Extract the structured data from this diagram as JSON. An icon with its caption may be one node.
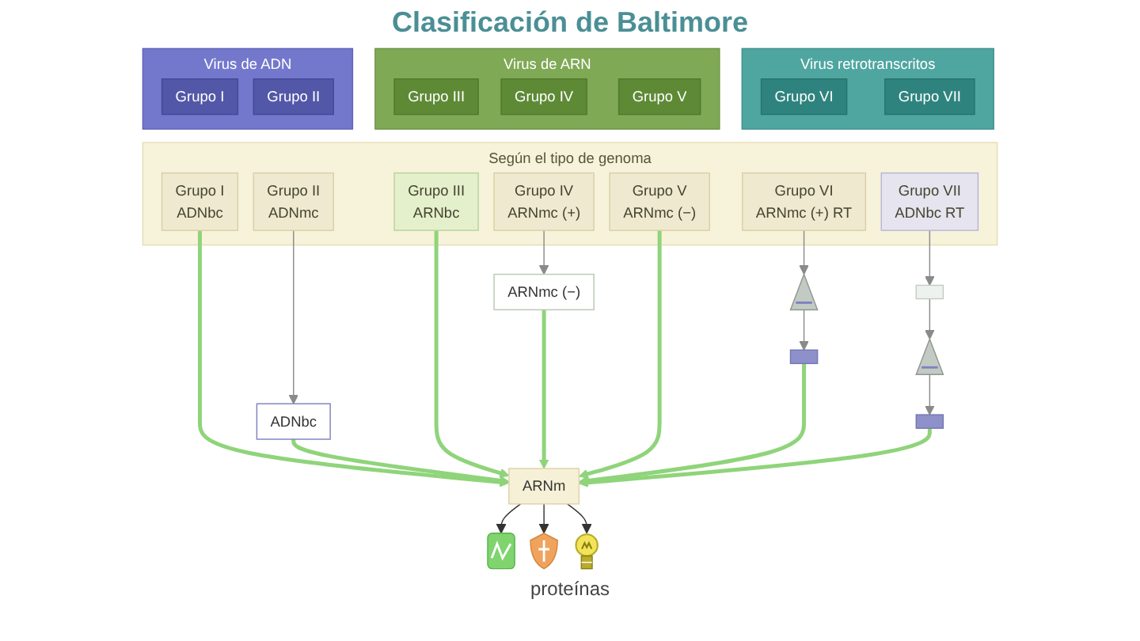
{
  "diagram": {
    "title": "Clasificación de Baltimore",
    "nodes": [
      {
        "text": [
          "Virus de ADN"
        ]
      },
      {
        "text": [
          "Grupo I"
        ],
        "in": 0
      },
      {
        "text": [
          "Grupo II"
        ],
        "in": 0
      },
      {
        "text": [
          "Virus de ARN"
        ]
      },
      {
        "text": [
          "Grupo III"
        ],
        "in": 3
      },
      {
        "text": [
          "Grupo IV"
        ],
        "in": 3
      },
      {
        "text": [
          "Grupo V"
        ],
        "in": 3
      },
      {
        "text": [
          "Virus retrotranscritos"
        ]
      },
      {
        "text": [
          "Grupo VI"
        ],
        "in": 7
      },
      {
        "text": [
          "Grupo VII"
        ],
        "in": 7
      },
      {
        "text": [
          "Según el tipo de genoma"
        ]
      },
      {
        "text": [
          "Grupo I",
          "ADNbc"
        ],
        "in": 10
      },
      {
        "text": [
          "Grupo II",
          "ADNmc"
        ],
        "in": 10
      },
      {
        "text": [
          "Grupo III",
          "ARNbc"
        ],
        "in": 10
      },
      {
        "text": [
          "Grupo IV",
          "ARNmc (+)"
        ],
        "in": 10
      },
      {
        "text": [
          "Grupo V",
          "ARNmc (−)"
        ],
        "in": 10
      },
      {
        "text": [
          "Grupo VI",
          "ARNmc (+) RT"
        ],
        "in": 10
      },
      {
        "text": [
          "Grupo VII",
          "ADNbc RT"
        ],
        "in": 10
      },
      {
        "text": [
          "ADNbc"
        ]
      },
      {
        "text": [
          "ARNmc (−)"
        ]
      },
      {
        "text": [],
        "shape": "picture"
      },
      {
        "text": [],
        "shape": "bar"
      },
      {
        "text": [],
        "shape": "bar"
      },
      {
        "text": [],
        "shape": "picture"
      },
      {
        "text": [],
        "shape": "bar"
      },
      {
        "text": [
          "ARNm"
        ]
      },
      {
        "text": [],
        "shape": "picture"
      },
      {
        "text": [],
        "shape": "picture"
      },
      {
        "text": [],
        "shape": "picture"
      }
    ],
    "edges": [
      {
        "from": 11,
        "to": 25,
        "arrow": "to",
        "style": "thick",
        "color": "#8fd47a"
      },
      {
        "from": 12,
        "to": 18,
        "arrow": "to"
      },
      {
        "from": 18,
        "to": 25,
        "arrow": "to",
        "style": "thick",
        "color": "#8fd47a"
      },
      {
        "from": 13,
        "to": 25,
        "arrow": "to",
        "style": "thick",
        "color": "#8fd47a"
      },
      {
        "from": 14,
        "to": 19,
        "arrow": "to"
      },
      {
        "from": 19,
        "to": 25,
        "arrow": "to",
        "style": "thick",
        "color": "#8fd47a"
      },
      {
        "from": 15,
        "to": 25,
        "arrow": "to",
        "style": "thick",
        "color": "#8fd47a"
      },
      {
        "from": 16,
        "to": 20,
        "arrow": "to"
      },
      {
        "from": 20,
        "to": 21,
        "arrow": "to"
      },
      {
        "from": 21,
        "to": 25,
        "arrow": "to",
        "style": "thick",
        "color": "#8fd47a"
      },
      {
        "from": 17,
        "to": 22,
        "arrow": "to"
      },
      {
        "from": 22,
        "to": 23,
        "arrow": "to"
      },
      {
        "from": 23,
        "to": 24,
        "arrow": "to"
      },
      {
        "from": 24,
        "to": 25,
        "arrow": "to",
        "style": "thick",
        "color": "#8fd47a"
      },
      {
        "from": 25,
        "to": 26,
        "arrow": "to",
        "color": "#333333"
      },
      {
        "from": 25,
        "to": 27,
        "arrow": "to",
        "color": "#333333"
      },
      {
        "from": 25,
        "to": 28,
        "arrow": "to",
        "color": "#333333"
      }
    ],
    "labels": [
      "proteínas"
    ]
  }
}
